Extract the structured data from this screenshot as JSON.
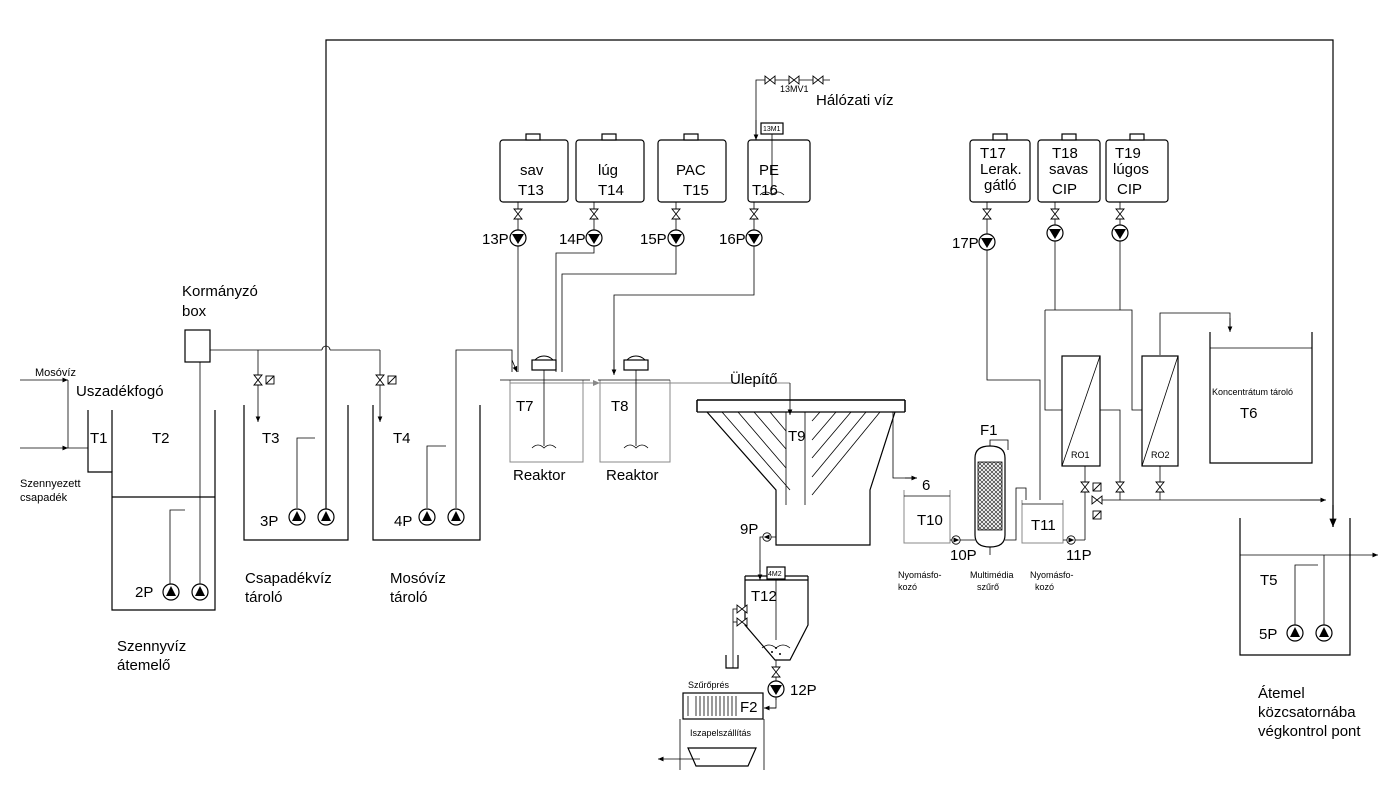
{
  "labels": {
    "mosoviz_in": "Mosóvíz",
    "uszadekfogo": "Uszadékfogó",
    "szennyezett": "Szennyezett",
    "csapadek": "csapadék",
    "t1": "T1",
    "t2": "T2",
    "p2": "2P",
    "szennyviz": "Szennyvíz",
    "atemelo": "átemelő",
    "kormanyzo": "Kormányzó",
    "box": "box",
    "t3": "T3",
    "p3": "3P",
    "csapadekviz": "Csapadékvíz",
    "tarolo1": "tároló",
    "t4": "T4",
    "p4": "4P",
    "mosoviz": "Mosóvíz",
    "tarolo2": "tároló",
    "sav": "sav",
    "t13": "T13",
    "lug": "lúg",
    "t14": "T14",
    "pac": "PAC",
    "t15": "T15",
    "pe": "PE",
    "t16": "T16",
    "m13": "13M1",
    "mv13": "13MV1",
    "halozati": "Hálózati víz",
    "p13": "13P",
    "p14": "14P",
    "p15": "15P",
    "p16": "16P",
    "t7": "T7",
    "t8": "T8",
    "reaktor1": "Reaktor",
    "reaktor2": "Reaktor",
    "ulepito": "Ülepítő",
    "t9": "T9",
    "p9": "9P",
    "t12": "T12",
    "m4": "4M2",
    "szuropres": "Szűrőprés",
    "f2": "F2",
    "p12": "12P",
    "iszap": "Iszapelszállítás",
    "six": "6",
    "t10": "T10",
    "p10": "10P",
    "nyomasfo1": "Nyomásfo-",
    "kozo1": "kozó",
    "f1": "F1",
    "multimedia": "Multimédia",
    "szuro": "szűrő",
    "t11": "T11",
    "p11": "11P",
    "nyomasfo2": "Nyomásfo-",
    "kozo2": "kozó",
    "t17": "T17",
    "lerak": "Lerak.",
    "gatlo": "gátló",
    "t18": "T18",
    "savas": "savas",
    "cip1": "CIP",
    "t19": "T19",
    "lugos": "lúgos",
    "cip2": "CIP",
    "p17": "17P",
    "ro1": "RO1",
    "ro2": "RO2",
    "koncentratum": "Koncentrátum tároló",
    "t6": "T6",
    "t5": "T5",
    "p5": "5P",
    "atemel": "Átemel",
    "kozcsatorna": "közcsatornába",
    "vegkontrol": "végkontrol pont"
  }
}
